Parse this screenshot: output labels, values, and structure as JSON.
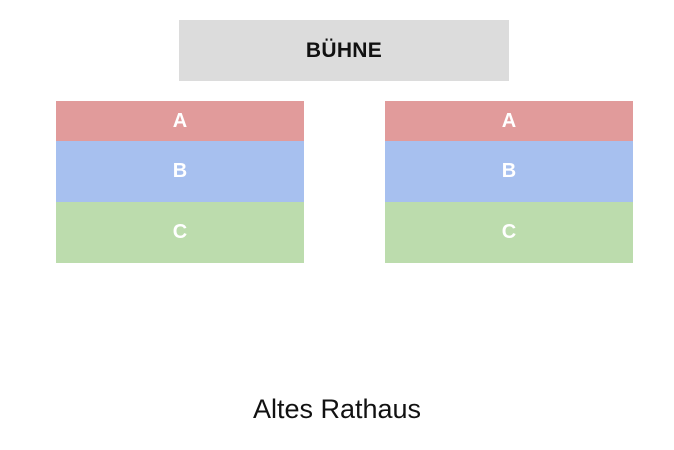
{
  "stage": {
    "label": "BÜHNE",
    "color": "#dcdcdc"
  },
  "sections": [
    {
      "rows": [
        {
          "label": "A",
          "color": "#e19b9b"
        },
        {
          "label": "B",
          "color": "#a7c0ef"
        },
        {
          "label": "C",
          "color": "#bcdcad"
        }
      ]
    },
    {
      "rows": [
        {
          "label": "A",
          "color": "#e19b9b"
        },
        {
          "label": "B",
          "color": "#a7c0ef"
        },
        {
          "label": "C",
          "color": "#bcdcad"
        }
      ]
    }
  ],
  "venue": {
    "name": "Altes Rathaus"
  }
}
